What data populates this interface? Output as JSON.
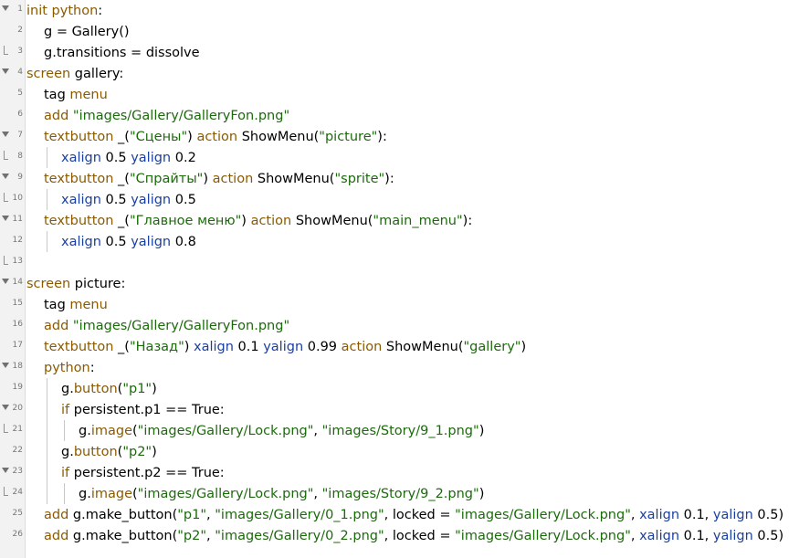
{
  "editor": {
    "colors": {
      "keyword": "#8b5a00",
      "string": "#1c6a0c",
      "property": "#1a3fa0",
      "text": "#000000"
    },
    "lines": [
      {
        "n": "1",
        "fold": "open",
        "indent": 0,
        "tokens": [
          {
            "t": "init python",
            "c": "kw"
          },
          {
            "t": ":",
            "c": "txt"
          }
        ]
      },
      {
        "n": "2",
        "fold": "",
        "indent": 1,
        "tokens": [
          {
            "t": "g = Gallery()",
            "c": "txt"
          }
        ]
      },
      {
        "n": "3",
        "fold": "end",
        "indent": 1,
        "tokens": [
          {
            "t": "g.transitions = dissolve",
            "c": "txt"
          }
        ]
      },
      {
        "n": "4",
        "fold": "open",
        "indent": 0,
        "tokens": [
          {
            "t": "screen",
            "c": "kw"
          },
          {
            "t": " gallery:",
            "c": "txt"
          }
        ]
      },
      {
        "n": "5",
        "fold": "",
        "indent": 1,
        "tokens": [
          {
            "t": "tag",
            "c": "txt"
          },
          {
            "t": " menu",
            "c": "kw"
          }
        ]
      },
      {
        "n": "6",
        "fold": "",
        "indent": 1,
        "tokens": [
          {
            "t": "add",
            "c": "kw"
          },
          {
            "t": " ",
            "c": "txt"
          },
          {
            "t": "\"images/Gallery/GalleryFon.png\"",
            "c": "str"
          }
        ]
      },
      {
        "n": "7",
        "fold": "open",
        "indent": 1,
        "tokens": [
          {
            "t": "textbutton",
            "c": "kw"
          },
          {
            "t": " _(",
            "c": "txt"
          },
          {
            "t": "\"Сцены\"",
            "c": "str"
          },
          {
            "t": ") ",
            "c": "txt"
          },
          {
            "t": "action",
            "c": "kw"
          },
          {
            "t": " ShowMenu(",
            "c": "txt"
          },
          {
            "t": "\"picture\"",
            "c": "str"
          },
          {
            "t": "):",
            "c": "txt"
          }
        ]
      },
      {
        "n": "8",
        "fold": "end",
        "indent": 2,
        "tokens": [
          {
            "t": "xalign",
            "c": "prop"
          },
          {
            "t": " 0.5 ",
            "c": "txt"
          },
          {
            "t": "yalign",
            "c": "prop"
          },
          {
            "t": " 0.2",
            "c": "txt"
          }
        ]
      },
      {
        "n": "9",
        "fold": "open",
        "indent": 1,
        "tokens": [
          {
            "t": "textbutton",
            "c": "kw"
          },
          {
            "t": " _(",
            "c": "txt"
          },
          {
            "t": "\"Спрайты\"",
            "c": "str"
          },
          {
            "t": ") ",
            "c": "txt"
          },
          {
            "t": "action",
            "c": "kw"
          },
          {
            "t": " ShowMenu(",
            "c": "txt"
          },
          {
            "t": "\"sprite\"",
            "c": "str"
          },
          {
            "t": "):",
            "c": "txt"
          }
        ]
      },
      {
        "n": "10",
        "fold": "end",
        "indent": 2,
        "tokens": [
          {
            "t": "xalign",
            "c": "prop"
          },
          {
            "t": " 0.5 ",
            "c": "txt"
          },
          {
            "t": "yalign",
            "c": "prop"
          },
          {
            "t": " 0.5",
            "c": "txt"
          }
        ]
      },
      {
        "n": "11",
        "fold": "open",
        "indent": 1,
        "tokens": [
          {
            "t": "textbutton",
            "c": "kw"
          },
          {
            "t": " _(",
            "c": "txt"
          },
          {
            "t": "\"Главное меню\"",
            "c": "str"
          },
          {
            "t": ") ",
            "c": "txt"
          },
          {
            "t": "action",
            "c": "kw"
          },
          {
            "t": " ShowMenu(",
            "c": "txt"
          },
          {
            "t": "\"main_menu\"",
            "c": "str"
          },
          {
            "t": "):",
            "c": "txt"
          }
        ]
      },
      {
        "n": "12",
        "fold": "",
        "indent": 2,
        "tokens": [
          {
            "t": "xalign",
            "c": "prop"
          },
          {
            "t": " 0.5 ",
            "c": "txt"
          },
          {
            "t": "yalign",
            "c": "prop"
          },
          {
            "t": " 0.8",
            "c": "txt"
          }
        ]
      },
      {
        "n": "13",
        "fold": "end",
        "indent": 0,
        "tokens": []
      },
      {
        "n": "14",
        "fold": "open",
        "indent": 0,
        "tokens": [
          {
            "t": "screen",
            "c": "kw"
          },
          {
            "t": " picture:",
            "c": "txt"
          }
        ]
      },
      {
        "n": "15",
        "fold": "",
        "indent": 1,
        "tokens": [
          {
            "t": "tag",
            "c": "txt"
          },
          {
            "t": " menu",
            "c": "kw"
          }
        ]
      },
      {
        "n": "16",
        "fold": "",
        "indent": 1,
        "tokens": [
          {
            "t": "add",
            "c": "kw"
          },
          {
            "t": " ",
            "c": "txt"
          },
          {
            "t": "\"images/Gallery/GalleryFon.png\"",
            "c": "str"
          }
        ]
      },
      {
        "n": "17",
        "fold": "",
        "indent": 1,
        "tokens": [
          {
            "t": "textbutton",
            "c": "kw"
          },
          {
            "t": " _(",
            "c": "txt"
          },
          {
            "t": "\"Назад\"",
            "c": "str"
          },
          {
            "t": ") ",
            "c": "txt"
          },
          {
            "t": "xalign",
            "c": "prop"
          },
          {
            "t": " 0.1 ",
            "c": "txt"
          },
          {
            "t": "yalign",
            "c": "prop"
          },
          {
            "t": " 0.99 ",
            "c": "txt"
          },
          {
            "t": "action",
            "c": "kw"
          },
          {
            "t": " ShowMenu(",
            "c": "txt"
          },
          {
            "t": "\"gallery\"",
            "c": "str"
          },
          {
            "t": ")",
            "c": "txt"
          }
        ]
      },
      {
        "n": "18",
        "fold": "open",
        "indent": 1,
        "tokens": [
          {
            "t": "python",
            "c": "kw"
          },
          {
            "t": ":",
            "c": "txt"
          }
        ]
      },
      {
        "n": "19",
        "fold": "",
        "indent": 2,
        "tokens": [
          {
            "t": "g.",
            "c": "txt"
          },
          {
            "t": "button",
            "c": "kw"
          },
          {
            "t": "(",
            "c": "txt"
          },
          {
            "t": "\"p1\"",
            "c": "str"
          },
          {
            "t": ")",
            "c": "txt"
          }
        ]
      },
      {
        "n": "20",
        "fold": "open",
        "indent": 2,
        "tokens": [
          {
            "t": "if",
            "c": "kw"
          },
          {
            "t": " persistent.p1 == True:",
            "c": "txt"
          }
        ]
      },
      {
        "n": "21",
        "fold": "end",
        "indent": 3,
        "tokens": [
          {
            "t": "g.",
            "c": "txt"
          },
          {
            "t": "image",
            "c": "kw"
          },
          {
            "t": "(",
            "c": "txt"
          },
          {
            "t": "\"images/Gallery/Lock.png\"",
            "c": "str"
          },
          {
            "t": ", ",
            "c": "txt"
          },
          {
            "t": "\"images/Story/9_1.png\"",
            "c": "str"
          },
          {
            "t": ")",
            "c": "txt"
          }
        ]
      },
      {
        "n": "22",
        "fold": "",
        "indent": 2,
        "tokens": [
          {
            "t": "g.",
            "c": "txt"
          },
          {
            "t": "button",
            "c": "kw"
          },
          {
            "t": "(",
            "c": "txt"
          },
          {
            "t": "\"p2\"",
            "c": "str"
          },
          {
            "t": ")",
            "c": "txt"
          }
        ]
      },
      {
        "n": "23",
        "fold": "open",
        "indent": 2,
        "tokens": [
          {
            "t": "if",
            "c": "kw"
          },
          {
            "t": " persistent.p2 == True:",
            "c": "txt"
          }
        ]
      },
      {
        "n": "24",
        "fold": "end",
        "indent": 3,
        "tokens": [
          {
            "t": "g.",
            "c": "txt"
          },
          {
            "t": "image",
            "c": "kw"
          },
          {
            "t": "(",
            "c": "txt"
          },
          {
            "t": "\"images/Gallery/Lock.png\"",
            "c": "str"
          },
          {
            "t": ", ",
            "c": "txt"
          },
          {
            "t": "\"images/Story/9_2.png\"",
            "c": "str"
          },
          {
            "t": ")",
            "c": "txt"
          }
        ]
      },
      {
        "n": "25",
        "fold": "",
        "indent": 1,
        "tokens": [
          {
            "t": "add",
            "c": "kw"
          },
          {
            "t": " g.make_button(",
            "c": "txt"
          },
          {
            "t": "\"p1\"",
            "c": "str"
          },
          {
            "t": ", ",
            "c": "txt"
          },
          {
            "t": "\"images/Gallery/0_1.png\"",
            "c": "str"
          },
          {
            "t": ", locked = ",
            "c": "txt"
          },
          {
            "t": "\"images/Gallery/Lock.png\"",
            "c": "str"
          },
          {
            "t": ", ",
            "c": "txt"
          },
          {
            "t": "xalign",
            "c": "prop"
          },
          {
            "t": " 0.1, ",
            "c": "txt"
          },
          {
            "t": "yalign",
            "c": "prop"
          },
          {
            "t": " 0.5)",
            "c": "txt"
          }
        ]
      },
      {
        "n": "26",
        "fold": "",
        "indent": 1,
        "tokens": [
          {
            "t": "add",
            "c": "kw"
          },
          {
            "t": " g.make_button(",
            "c": "txt"
          },
          {
            "t": "\"p2\"",
            "c": "str"
          },
          {
            "t": ", ",
            "c": "txt"
          },
          {
            "t": "\"images/Gallery/0_2.png\"",
            "c": "str"
          },
          {
            "t": ", locked = ",
            "c": "txt"
          },
          {
            "t": "\"images/Gallery/Lock.png\"",
            "c": "str"
          },
          {
            "t": ", ",
            "c": "txt"
          },
          {
            "t": "xalign",
            "c": "prop"
          },
          {
            "t": " 0.1, ",
            "c": "txt"
          },
          {
            "t": "yalign",
            "c": "prop"
          },
          {
            "t": " 0.5)",
            "c": "txt"
          }
        ]
      }
    ]
  }
}
